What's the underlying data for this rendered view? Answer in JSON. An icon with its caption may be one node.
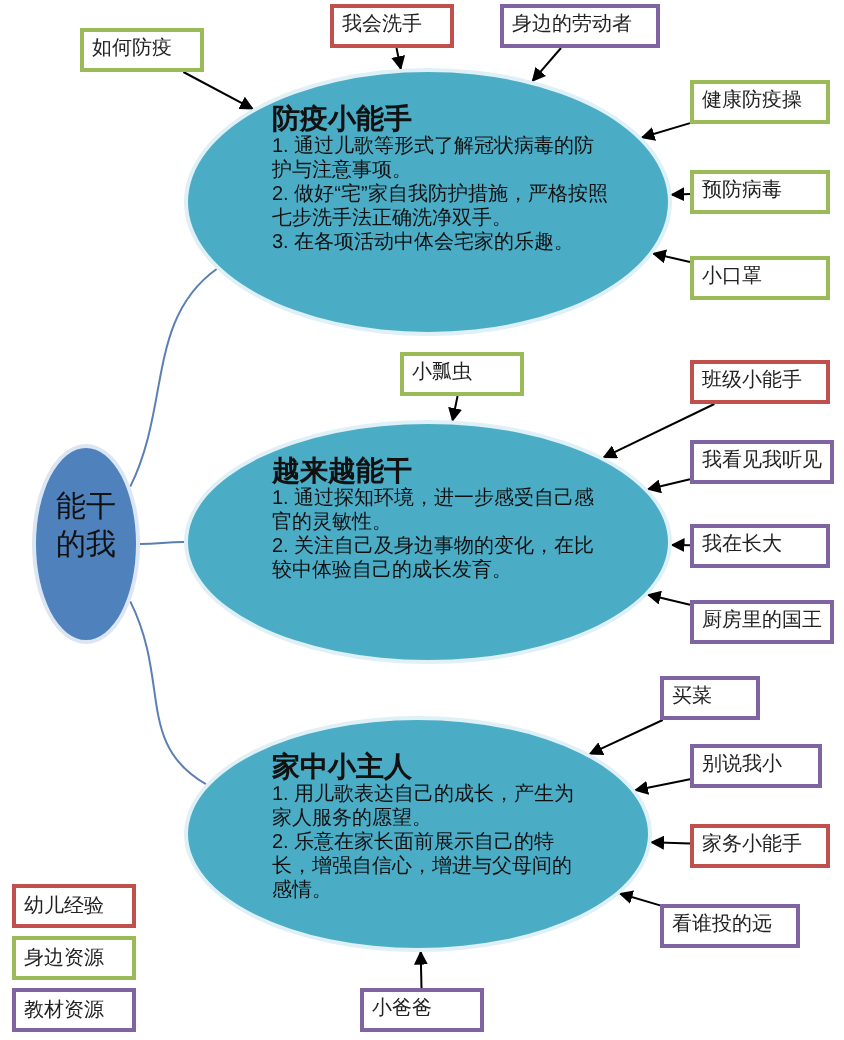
{
  "diagram": {
    "nodes": [
      {
        "text": [
          "能干的我"
        ]
      },
      {
        "text": [
          "防疫小能手",
          "1. 通过儿歌等形式了解冠状病毒的防护与注意事项。",
          "2. 做好“宅”家自我防护措施，严格按照七步洗手法正确洗净双手。",
          "3. 在各项活动中体会宅家的乐趣。"
        ]
      },
      {
        "text": [
          "如何防疫"
        ]
      },
      {
        "text": [
          "我会洗手"
        ]
      },
      {
        "text": [
          "身边的劳动者"
        ]
      },
      {
        "text": [
          "健康防疫操"
        ]
      },
      {
        "text": [
          "预防病毒"
        ]
      },
      {
        "text": [
          "小口罩"
        ]
      },
      {
        "text": [
          "越来越能干",
          "1. 通过探知环境，进一步感受自己感官的灵敏性。",
          "2. 关注自己及身边事物的变化，在比较中体验自己的成长发育。"
        ]
      },
      {
        "text": [
          "小瓢虫"
        ]
      },
      {
        "text": [
          "班级小能手"
        ]
      },
      {
        "text": [
          "我看见我听见"
        ]
      },
      {
        "text": [
          "我在长大"
        ]
      },
      {
        "text": [
          "厨房里的国王"
        ]
      },
      {
        "text": [
          "家中小主人",
          "1. 用儿歌表达自己的成长，产生为家人服务的愿望。",
          "2. 乐意在家长面前展示自己的特长，增强自信心，增进与父母间的感情。"
        ]
      },
      {
        "text": [
          "买菜"
        ]
      },
      {
        "text": [
          "别说我小"
        ]
      },
      {
        "text": [
          "家务小能手"
        ]
      },
      {
        "text": [
          "看谁投的远"
        ]
      },
      {
        "text": [
          "小爸爸"
        ]
      }
    ],
    "edges": [
      {
        "from": 0,
        "to": 1,
        "arrow": "none",
        "color": "#5b7fb5"
      },
      {
        "from": 0,
        "to": 8,
        "arrow": "none",
        "color": "#5b7fb5"
      },
      {
        "from": 0,
        "to": 14,
        "arrow": "none",
        "color": "#5b7fb5"
      },
      {
        "from": 2,
        "to": 1,
        "arrow": "to"
      },
      {
        "from": 3,
        "to": 1,
        "arrow": "to"
      },
      {
        "from": 4,
        "to": 1,
        "arrow": "to"
      },
      {
        "from": 5,
        "to": 1,
        "arrow": "to"
      },
      {
        "from": 6,
        "to": 1,
        "arrow": "to"
      },
      {
        "from": 7,
        "to": 1,
        "arrow": "to"
      },
      {
        "from": 9,
        "to": 8,
        "arrow": "to"
      },
      {
        "from": 10,
        "to": 8,
        "arrow": "to"
      },
      {
        "from": 11,
        "to": 8,
        "arrow": "to"
      },
      {
        "from": 12,
        "to": 8,
        "arrow": "to"
      },
      {
        "from": 13,
        "to": 8,
        "arrow": "to"
      },
      {
        "from": 15,
        "to": 14,
        "arrow": "to"
      },
      {
        "from": 16,
        "to": 14,
        "arrow": "to"
      },
      {
        "from": 17,
        "to": 14,
        "arrow": "to"
      },
      {
        "from": 18,
        "to": 14,
        "arrow": "to"
      },
      {
        "from": 19,
        "to": 14,
        "arrow": "to"
      }
    ],
    "legend": [
      {
        "text": "幼儿经验",
        "color": "#c0504d"
      },
      {
        "text": "身边资源",
        "color": "#9bbb59"
      },
      {
        "text": "教材资源",
        "color": "#8064a2"
      }
    ]
  }
}
